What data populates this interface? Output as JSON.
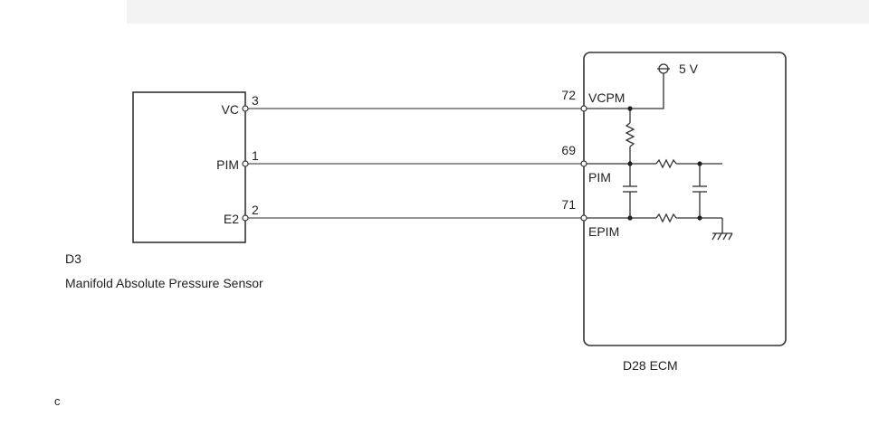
{
  "sensor": {
    "pins": [
      {
        "name": "VC",
        "number": "3"
      },
      {
        "name": "PIM",
        "number": "1"
      },
      {
        "name": "E2",
        "number": "2"
      }
    ],
    "code": "D3",
    "title": "Manifold Absolute Pressure Sensor"
  },
  "ecm": {
    "pins": [
      {
        "number": "72",
        "name": "VCPM"
      },
      {
        "number": "69",
        "name": "PIM"
      },
      {
        "number": "71",
        "name": "EPIM"
      }
    ],
    "supply": "5 V",
    "title": "D28  ECM"
  },
  "corner_mark": "c"
}
